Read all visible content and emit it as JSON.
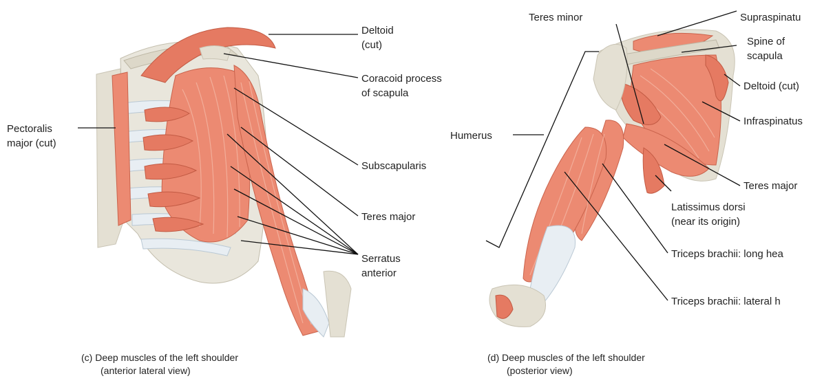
{
  "left_panel": {
    "labels": {
      "deltoid_line1": "Deltoid",
      "deltoid_line2": "(cut)",
      "coracoid_line1": "Coracoid process",
      "coracoid_line2": "of scapula",
      "pectoralis_line1": "Pectoralis",
      "pectoralis_line2": "major (cut)",
      "subscapularis": "Subscapularis",
      "teres_major": "Teres major",
      "serratus_line1": "Serratus",
      "serratus_line2": "anterior"
    },
    "caption_line1": "(c) Deep muscles of the left shoulder",
    "caption_line2": "(anterior lateral view)"
  },
  "right_panel": {
    "labels": {
      "teres_minor": "Teres minor",
      "supraspinatus": "Supraspinatu",
      "spine_line1": "Spine of",
      "spine_line2": "scapula",
      "deltoid_cut": "Deltoid (cut)",
      "infraspinatus": "Infraspinatus",
      "humerus": "Humerus",
      "teres_major": "Teres major",
      "latissimus_line1": "Latissimus dorsi",
      "latissimus_line2": "(near its origin)",
      "triceps_long": "Triceps brachii: long hea",
      "triceps_lateral": "Triceps brachii: lateral h"
    },
    "caption_line1": "(d) Deep muscles of the left shoulder",
    "caption_line2": "(posterior view)"
  }
}
